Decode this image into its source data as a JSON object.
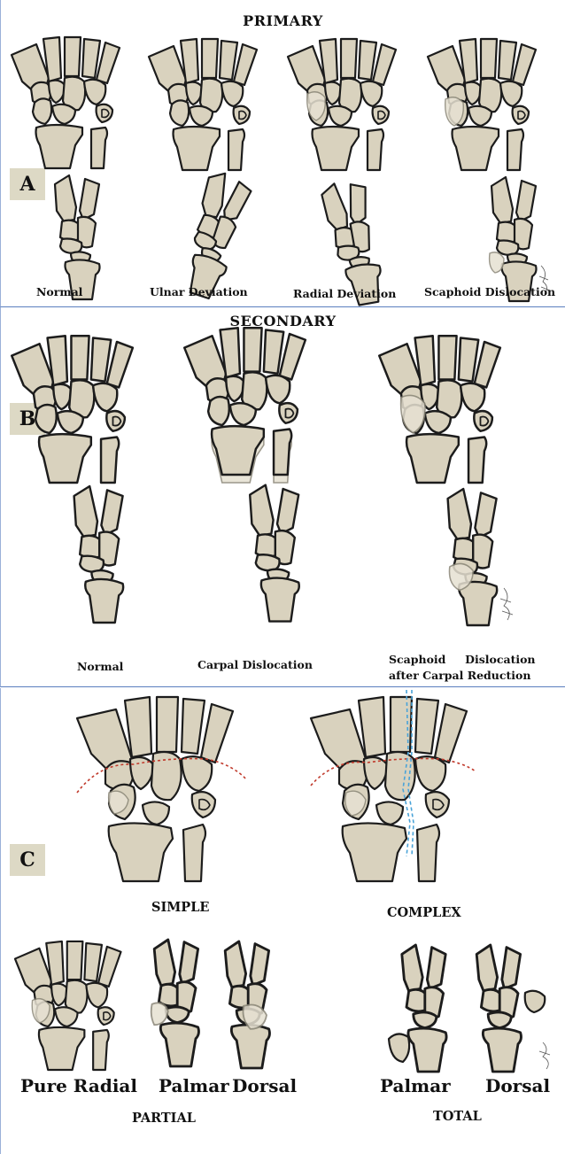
{
  "panel_a": {
    "header": "PRIMARY",
    "label": "A",
    "captions": [
      "Normal",
      "Ulnar Deviation",
      "Radial Deviation",
      "Scaphoid Dislocation"
    ]
  },
  "panel_b": {
    "header": "SECONDARY",
    "label": "B",
    "captions": [
      "Normal",
      "Carpal Dislocation"
    ],
    "caption_multi": [
      "Scaphoid     Dislocation",
      "after Carpal Reduction"
    ]
  },
  "panel_c": {
    "label": "C",
    "captions": [
      "SIMPLE",
      "COMPLEX"
    ],
    "bottom_captions": [
      "Pure Radial",
      "Palmar",
      "Dorsal",
      "Palmar",
      "Dorsal"
    ],
    "group_captions": [
      "PARTIAL",
      "TOTAL"
    ]
  },
  "colors": {
    "bone": "#d9d2be",
    "outline": "#1c1c1c",
    "badge": "#ddd9c5",
    "divider": "#5b7fbf",
    "red_line": "#c0392b",
    "blue_line": "#4aa3d8"
  }
}
